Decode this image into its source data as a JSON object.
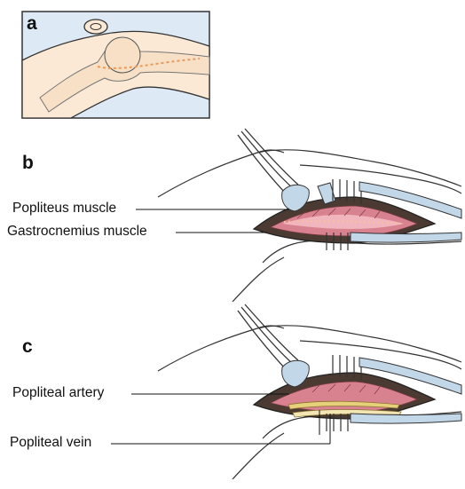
{
  "figure": {
    "panels": [
      {
        "letter": "a"
      },
      {
        "letter": "b",
        "labels": [
          "Popliteus muscle",
          "Gastrocnemius muscle"
        ]
      },
      {
        "letter": "c",
        "labels": [
          "Popliteal artery",
          "Popliteal vein"
        ]
      }
    ],
    "colors": {
      "box_bg": "#ddeaf5",
      "skin": "#fbe9d6",
      "bone": "#f7e0c6",
      "incision": "#e89a5a",
      "muscle": "#d9828f",
      "muscle_light": "#f1b5bd",
      "dark_tissue": "#4a3a32",
      "retractor": "#c2d7e8",
      "artery": "#e7d07a",
      "line": "#333333"
    }
  }
}
